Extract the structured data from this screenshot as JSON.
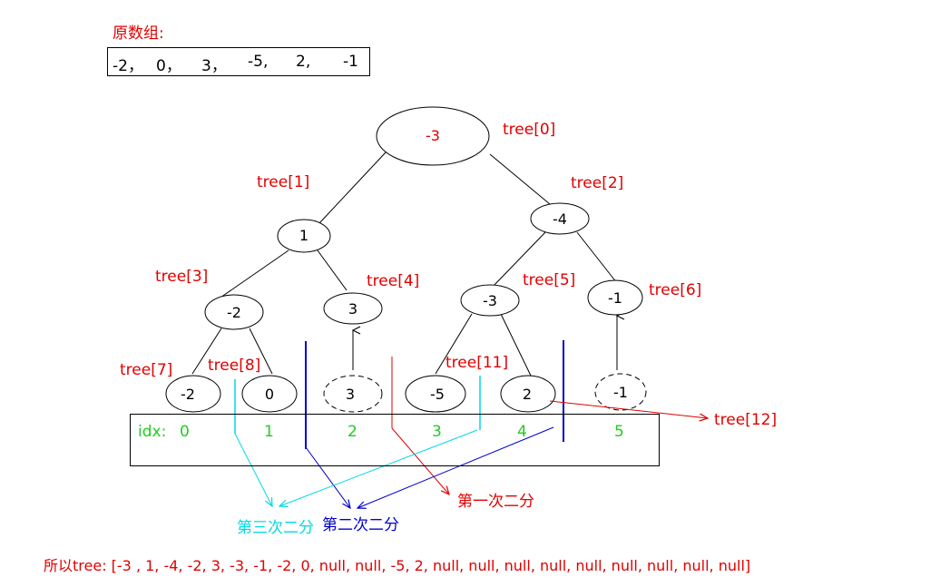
{
  "header": {
    "title": "原数组:"
  },
  "original_array": [
    "-2，",
    "0，",
    "3，",
    "-5,",
    "2,",
    "-1"
  ],
  "tree_nodes": [
    {
      "value": "-3",
      "label": "tree[0]"
    },
    {
      "value": "1",
      "label": "tree[1]"
    },
    {
      "value": "-4",
      "label": "tree[2]"
    },
    {
      "value": "-2",
      "label": "tree[3]"
    },
    {
      "value": "3",
      "label": "tree[4]"
    },
    {
      "value": "-3",
      "label": "tree[5]"
    },
    {
      "value": "-1",
      "label": "tree[6]"
    },
    {
      "value": "-2",
      "label": "tree[7]"
    },
    {
      "value": "0",
      "label": "tree[8]"
    },
    {
      "value": "3",
      "label": ""
    },
    {
      "value": "-5",
      "label": ""
    },
    {
      "value": "2",
      "label": "tree[11]"
    },
    {
      "value": "-1",
      "label": ""
    }
  ],
  "extra_label": "tree[12]",
  "idx": {
    "label": "idx:",
    "values": [
      "0",
      "1",
      "2",
      "3",
      "4",
      "5"
    ]
  },
  "splits": [
    {
      "text": "第一次二分",
      "color": "#e00000"
    },
    {
      "text": "第二次二分",
      "color": "#0000cc"
    },
    {
      "text": "第三次二分",
      "color": "#00d8e8"
    }
  ],
  "result": "所以tree: [-3 , 1, -4, -2, 3, -3, -1, -2, 0, null, null, -5, 2, null, null, null, null, null, null, null, null, null]"
}
